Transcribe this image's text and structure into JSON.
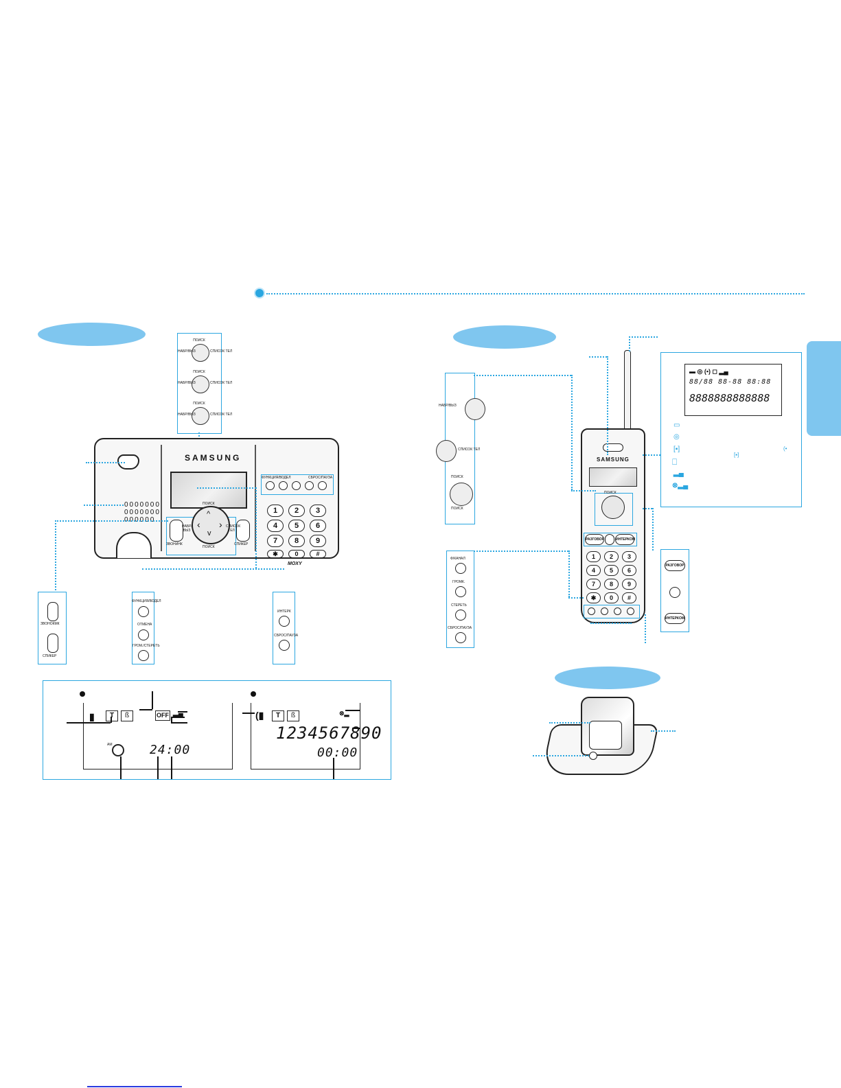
{
  "brand": "SAMSUNG",
  "base_unit": {
    "keypad": [
      "1",
      "2",
      "3",
      "4",
      "5",
      "6",
      "7",
      "8",
      "9",
      "✱",
      "0",
      "#"
    ],
    "top_buttons": [
      "ФУНКЦИЯ/ВОДЕЛ",
      "ОТМЕНА",
      "ГРОМ./СТЕРЕТЬ",
      "ИНТЕРК",
      "СБРОС/ПАУЗА"
    ],
    "nav": {
      "up": "ПОИСК",
      "down": "ПОИСК",
      "left": "НАБР/ВЫЗ",
      "right": "СПИСОК ТЕЛ"
    },
    "left_button": "ЗВОНИНК",
    "right_button": "СПИКЕР",
    "logo": "MOXY"
  },
  "detail_base_left": {
    "btn1": "ЗВОНОКМК",
    "btn2": "СПИКЕР"
  },
  "detail_base_mid": {
    "btn1": "ФУНКЦИЯ/ВОДЕЛ",
    "btn2": "ОТМЕНА",
    "btn3": "ГРОМ./СТЕРЕТЬ"
  },
  "detail_base_right": {
    "btn1": "ИНТЕРК",
    "btn2": "СБРОС/ПАУЗА"
  },
  "nav_stack_labels": {
    "top": "ПОИСК",
    "left": "НАБР/ВЫЗ",
    "right": "СПИСОК ТЕЛ"
  },
  "base_lcd": {
    "t": "T",
    "off": "OFF",
    "time": "24:00",
    "am": "AM"
  },
  "handset_lcd": {
    "t": "T",
    "digits": "1234567890",
    "time": "00:00"
  },
  "handset": {
    "keypad": [
      "1",
      "2",
      "3",
      "4",
      "5",
      "6",
      "7",
      "8",
      "9",
      "✱",
      "0",
      "#"
    ],
    "top_buttons": [
      "РАЗГОВОР",
      "ИНТЕРКОМ"
    ],
    "bottom_buttons": [
      "Ф/КАНАЛ",
      "ГРОМК",
      "СТЕРЕТЬ",
      "СБРОС/ПАУЗА"
    ],
    "nav_top": "ПОИСК"
  },
  "handset_nav_detail": {
    "left_label": "НАБР/ВЫЗ",
    "mid_label": "СПИСОК ТЕЛ",
    "search_top": "ПОИСК",
    "search_bottom": "ПОИСК"
  },
  "handset_left_detail": [
    "Ф/КАНАЛ",
    "ГРОМК.",
    "СТЕРЕТЬ",
    "СБРОС/ПАУЗА"
  ],
  "handset_right_detail": {
    "btn1": "РАЗГОВОР",
    "btn3": "ИНТЕРКОМ"
  },
  "handset_display_panel": {
    "row1": "88/88  88-88  88:88",
    "row2": "8888888888888"
  }
}
